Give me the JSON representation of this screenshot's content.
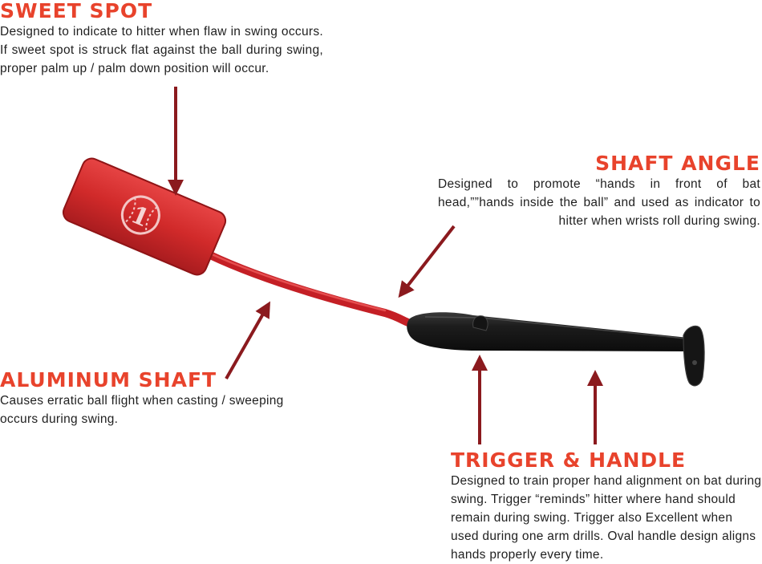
{
  "callouts": {
    "sweet_spot": {
      "title": "SWEET SPOT",
      "description": "Designed to indicate to hitter when flaw in swing occurs. If sweet spot is struck flat against the ball during swing, proper palm up / palm down position will occur."
    },
    "shaft_angle": {
      "title": "SHAFT ANGLE",
      "description": "Designed to promote “hands in front of bat head,””hands inside the ball”  and used as indicator to hitter when wrists roll during swing."
    },
    "aluminum_shaft": {
      "title": "ALUMINUM SHAFT",
      "description": "Causes erratic ball flight when casting / sweeping occurs during swing."
    },
    "trigger_handle": {
      "title": "TRIGGER & HANDLE",
      "description": "Designed to train proper hand alignment on bat during swing. Trigger “reminds” hitter where hand should remain during swing. Trigger also Excellent when used during one arm drills. Oval handle design aligns hands properly every time."
    }
  },
  "logo": {
    "text": "1"
  },
  "colors": {
    "title": "#e8432c",
    "arrow": "#8b1a1e",
    "paddle": "#d62b2b",
    "shaft": "#d9232a",
    "handle": "#1c1c1c"
  }
}
